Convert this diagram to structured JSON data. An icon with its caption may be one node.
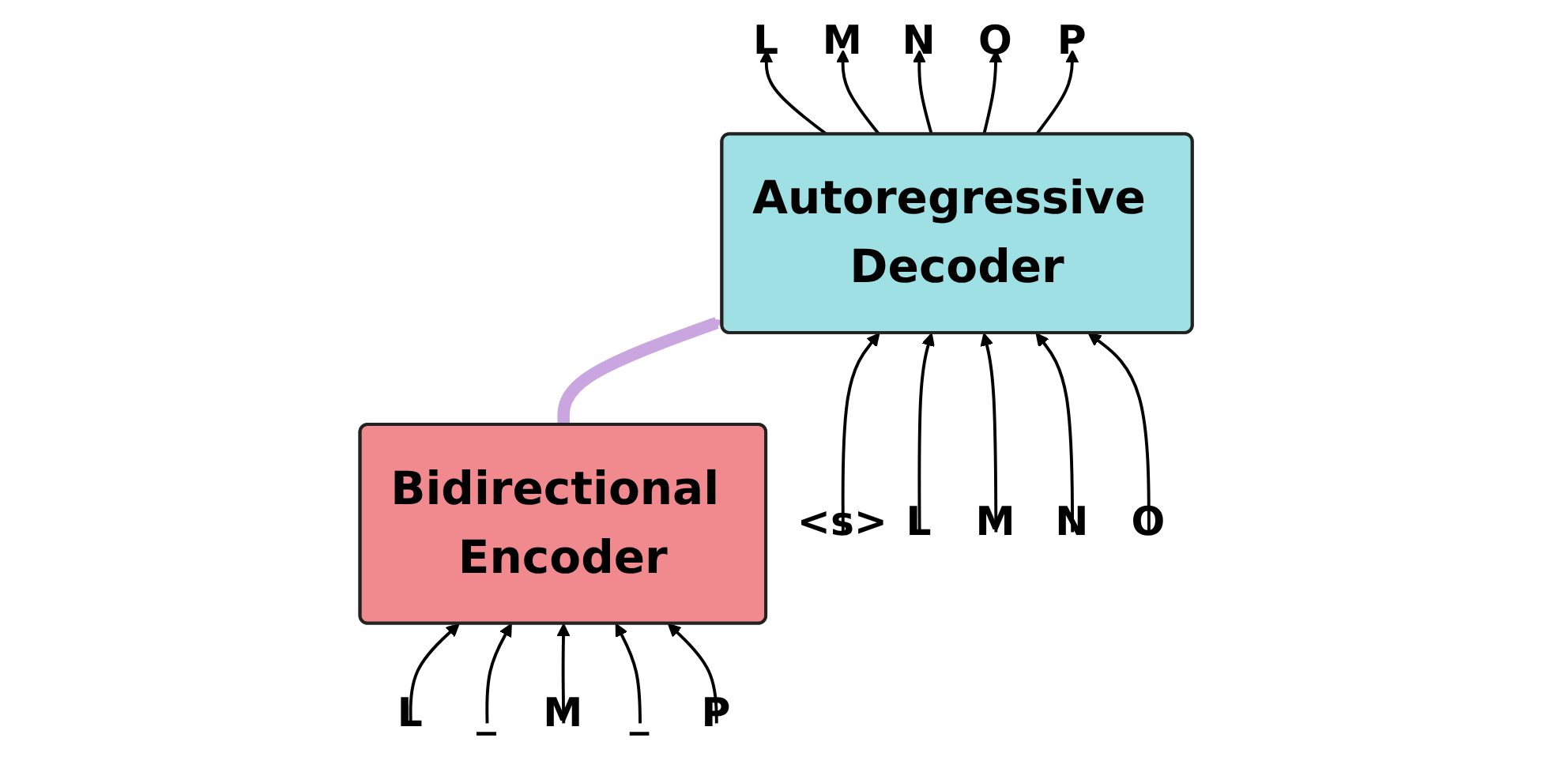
{
  "diagram": {
    "nodes": [
      {
        "text": [
          "Bidirectional Encoder"
        ]
      },
      {
        "text": [
          "Autoregressive Decoder"
        ]
      },
      {
        "text": [
          "L"
        ]
      },
      {
        "text": [
          "_"
        ]
      },
      {
        "text": [
          "M"
        ]
      },
      {
        "text": [
          "_"
        ]
      },
      {
        "text": [
          "P"
        ]
      },
      {
        "text": [
          "<s>"
        ]
      },
      {
        "text": [
          "L"
        ]
      },
      {
        "text": [
          "M"
        ]
      },
      {
        "text": [
          "N"
        ]
      },
      {
        "text": [
          "O"
        ]
      },
      {
        "text": [
          "L"
        ]
      },
      {
        "text": [
          "M"
        ]
      },
      {
        "text": [
          "N"
        ]
      },
      {
        "text": [
          "O"
        ]
      },
      {
        "text": [
          "P"
        ]
      }
    ],
    "edges": [
      {
        "from": 2,
        "to": 0,
        "arrow": "to"
      },
      {
        "from": 3,
        "to": 0,
        "arrow": "to"
      },
      {
        "from": 4,
        "to": 0,
        "arrow": "to"
      },
      {
        "from": 5,
        "to": 0,
        "arrow": "to"
      },
      {
        "from": 6,
        "to": 0,
        "arrow": "to"
      },
      {
        "from": 0,
        "to": 1,
        "arrow": "to",
        "style": "thick",
        "color": "#c9a6e0"
      },
      {
        "from": 7,
        "to": 1,
        "arrow": "to"
      },
      {
        "from": 8,
        "to": 1,
        "arrow": "to"
      },
      {
        "from": 9,
        "to": 1,
        "arrow": "to"
      },
      {
        "from": 10,
        "to": 1,
        "arrow": "to"
      },
      {
        "from": 11,
        "to": 1,
        "arrow": "to"
      },
      {
        "from": 1,
        "to": 12,
        "arrow": "to"
      },
      {
        "from": 1,
        "to": 13,
        "arrow": "to"
      },
      {
        "from": 1,
        "to": 14,
        "arrow": "to"
      },
      {
        "from": 1,
        "to": 15,
        "arrow": "to"
      },
      {
        "from": 1,
        "to": 16,
        "arrow": "to"
      }
    ]
  }
}
